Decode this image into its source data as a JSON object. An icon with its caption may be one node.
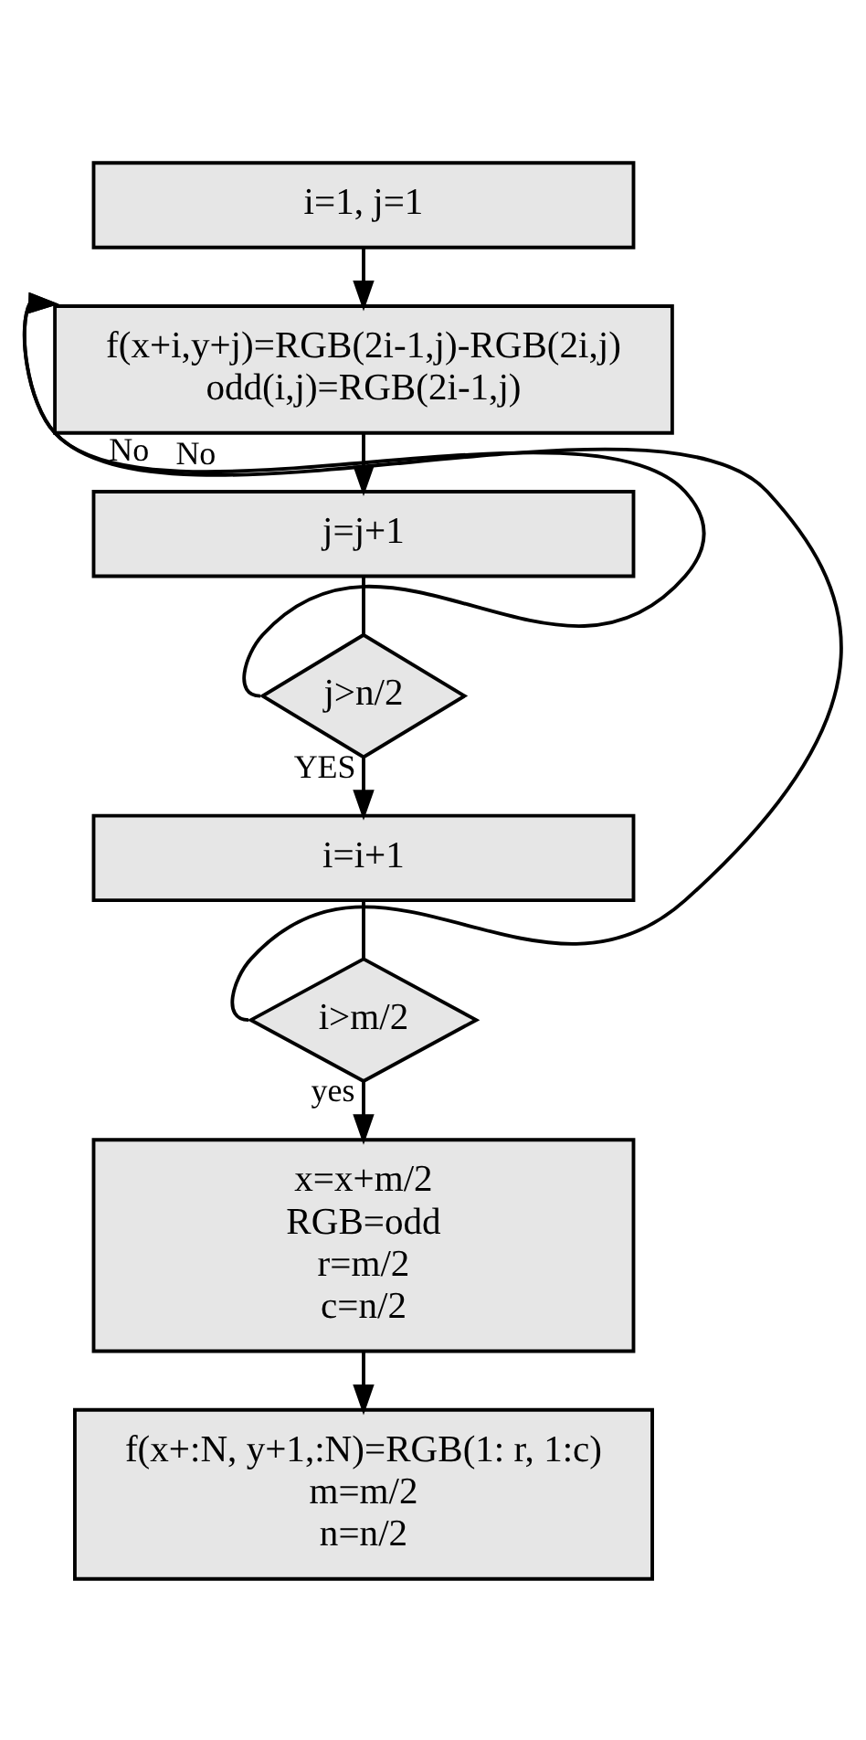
{
  "diagram": {
    "nodes": [
      {
        "text": [
          "i=1, j=1"
        ]
      },
      {
        "text": [
          "f(x+i,y+j)=RGB(2i-1,j)-RGB(2i,j)",
          "odd(i,j)=RGB(2i-1,j)"
        ]
      },
      {
        "text": [
          "j=j+1"
        ]
      },
      {
        "text": [
          "j>n/2"
        ]
      },
      {
        "text": [
          "i=i+1"
        ]
      },
      {
        "text": [
          "i>m/2"
        ]
      },
      {
        "text": [
          "x=x+m/2",
          "RGB=odd",
          "r=m/2",
          "c=n/2"
        ]
      },
      {
        "text": [
          "f(x+:N, y+1,:N)=RGB(1: r, 1:c)",
          "m=m/2",
          "n=n/2"
        ]
      }
    ],
    "edges": [
      {
        "from": 0,
        "to": 1,
        "arrow": "to"
      },
      {
        "from": 1,
        "to": 2,
        "arrow": "to"
      },
      {
        "from": 2,
        "to": 3,
        "arrow": "none"
      },
      {
        "from": 3,
        "to": 4,
        "arrow": "to",
        "label": "YES"
      },
      {
        "from": 4,
        "to": 5,
        "arrow": "none"
      },
      {
        "from": 5,
        "to": 6,
        "arrow": "to",
        "label": "yes"
      },
      {
        "from": 6,
        "to": 7,
        "arrow": "to"
      },
      {
        "from": 3,
        "to": 1,
        "arrow": "to",
        "label": "No"
      },
      {
        "from": 5,
        "to": 1,
        "arrow": "to",
        "label": "No"
      }
    ]
  }
}
